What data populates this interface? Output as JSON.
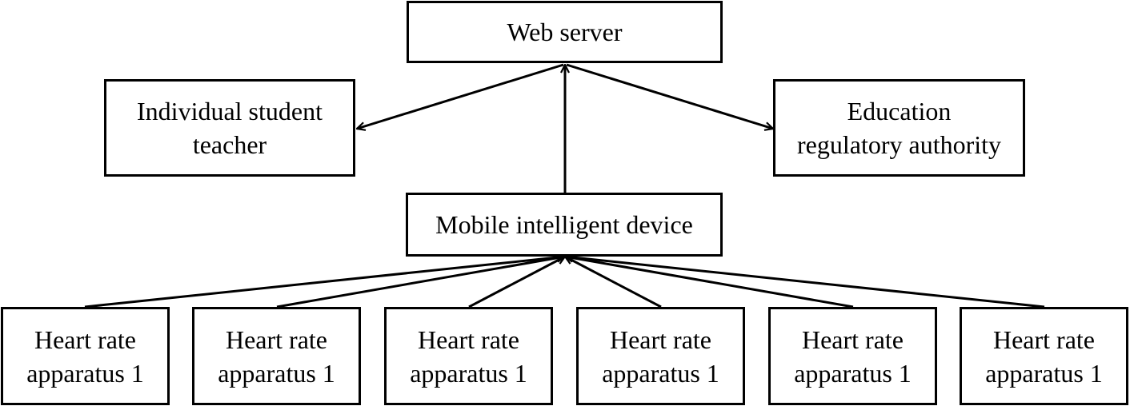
{
  "diagram": {
    "nodes": {
      "web_server": {
        "lines": [
          "Web server"
        ]
      },
      "individual": {
        "lines": [
          "Individual student",
          "teacher"
        ]
      },
      "education": {
        "lines": [
          "Education",
          "regulatory authority"
        ]
      },
      "mobile": {
        "lines": [
          "Mobile intelligent device"
        ]
      },
      "heart_rate": [
        {
          "lines": [
            "Heart rate",
            "apparatus 1"
          ]
        },
        {
          "lines": [
            "Heart rate",
            "apparatus 1"
          ]
        },
        {
          "lines": [
            "Heart rate",
            "apparatus 1"
          ]
        },
        {
          "lines": [
            "Heart rate",
            "apparatus 1"
          ]
        },
        {
          "lines": [
            "Heart rate",
            "apparatus 1"
          ]
        },
        {
          "lines": [
            "Heart rate",
            "apparatus 1"
          ]
        }
      ]
    },
    "edges": [
      {
        "from": "mobile",
        "to": "web_server",
        "arrow": "to"
      },
      {
        "from": "web_server",
        "to": "individual",
        "arrow": "to"
      },
      {
        "from": "web_server",
        "to": "education",
        "arrow": "to"
      },
      {
        "from": "heart_rate.0",
        "to": "mobile",
        "arrow": "to"
      },
      {
        "from": "heart_rate.1",
        "to": "mobile",
        "arrow": "to"
      },
      {
        "from": "heart_rate.2",
        "to": "mobile",
        "arrow": "to"
      },
      {
        "from": "heart_rate.3",
        "to": "mobile",
        "arrow": "to"
      },
      {
        "from": "heart_rate.4",
        "to": "mobile",
        "arrow": "to"
      },
      {
        "from": "heart_rate.5",
        "to": "mobile",
        "arrow": "to"
      }
    ]
  }
}
